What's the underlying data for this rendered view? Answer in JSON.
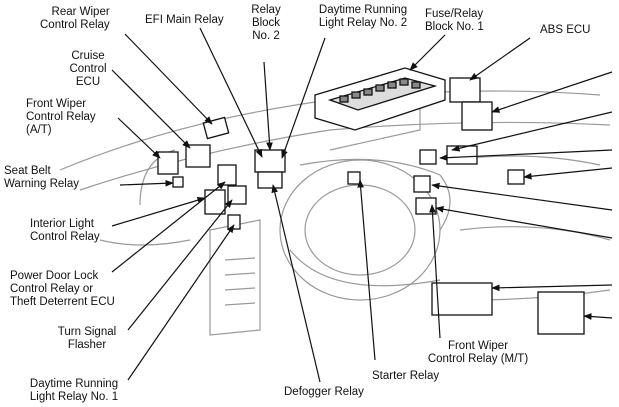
{
  "labels": {
    "rear_wiper": [
      "Rear Wiper",
      "Control Relay"
    ],
    "efi_main": [
      "EFI Main Relay"
    ],
    "relay_block_2": [
      "Relay",
      "Block",
      "No. 2"
    ],
    "drl_2": [
      "Daytime Running",
      "Light Relay No. 2"
    ],
    "fuse_relay_block_1": [
      "Fuse/Relay",
      "Block No. 1"
    ],
    "abs_ecu": [
      "ABS ECU"
    ],
    "cruise_control": [
      "Cruise",
      "Control",
      "ECU"
    ],
    "front_wiper_at": [
      "Front Wiper",
      "Control Relay",
      "(A/T)"
    ],
    "seat_belt": [
      "Seat Belt",
      "Warning Relay"
    ],
    "interior_light": [
      "Interior Light",
      "Control Relay"
    ],
    "power_door_lock": [
      "Power Door Lock",
      "Control Relay or",
      "Theft Deterrent ECU"
    ],
    "turn_signal": [
      "Turn Signal",
      "Flasher"
    ],
    "drl_1": [
      "Daytime Running",
      "Light Relay No. 1"
    ],
    "defogger": [
      "Defogger Relay"
    ],
    "starter": [
      "Starter Relay"
    ],
    "front_wiper_mt": [
      "Front Wiper",
      "Control Relay (M/T)"
    ]
  },
  "colors": {
    "ink": "#111111",
    "background": "#ffffff",
    "sketch": "#9a9a9a"
  }
}
